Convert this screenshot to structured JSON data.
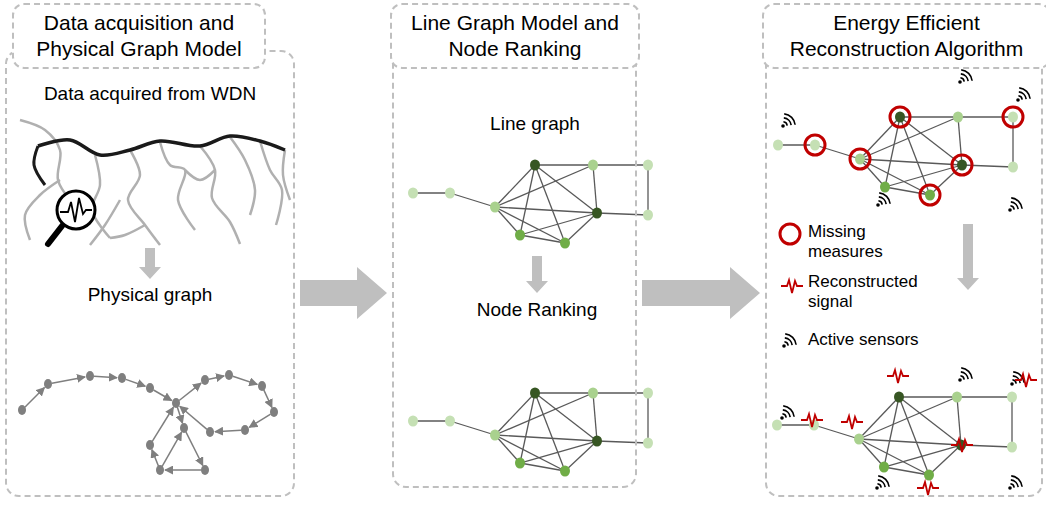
{
  "diagram": {
    "nodes": [
      {
        "text": [
          "Data acquisition and Physical Graph Model"
        ]
      },
      {
        "text": [
          "Data acquired from WDN",
          "Physical graph"
        ]
      },
      {
        "text": [
          "Line Graph Model and Node Ranking"
        ]
      },
      {
        "text": [
          "Line graph",
          "Node Ranking"
        ]
      },
      {
        "text": [
          "Energy Efficient Reconstruction Algorithm"
        ]
      },
      {
        "text": []
      }
    ],
    "edges": [
      {
        "from": 1,
        "to": 3,
        "arrow": "to"
      },
      {
        "from": 3,
        "to": 5,
        "arrow": "to"
      }
    ],
    "legend": [
      {
        "text": "Missing measures"
      },
      {
        "text": "Reconstructed signal"
      },
      {
        "text": "Active sensors"
      }
    ]
  }
}
